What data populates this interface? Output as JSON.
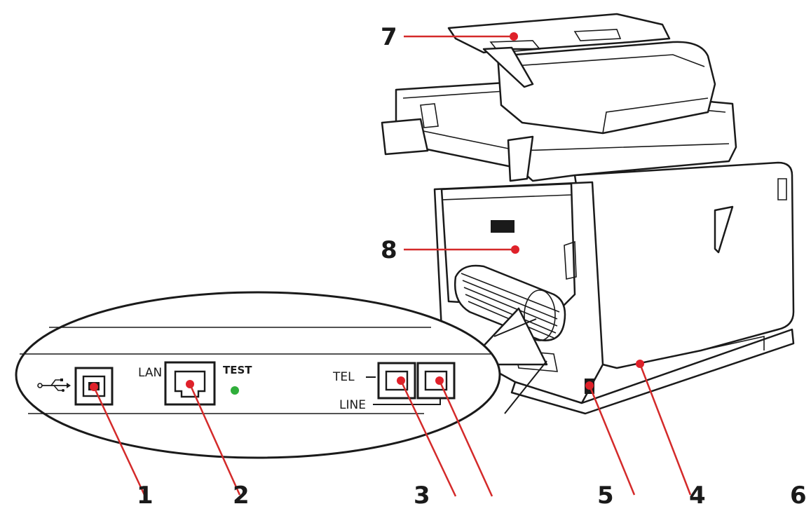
{
  "callouts": {
    "c1": "1",
    "c2": "2",
    "c3": "3",
    "c4": "4",
    "c5": "5",
    "c6": "6",
    "c7": "7",
    "c8": "8"
  },
  "port_labels": {
    "lan": "LAN",
    "test": "TEST",
    "tel": "TEL",
    "line": "LINE"
  },
  "icons": {
    "usb": "usb-icon",
    "test_led": "led-indicator"
  },
  "colors": {
    "marker": "#e0202a",
    "leader": "#d42a2a",
    "led": "#2fae3a",
    "outline": "#1a1a1a"
  }
}
